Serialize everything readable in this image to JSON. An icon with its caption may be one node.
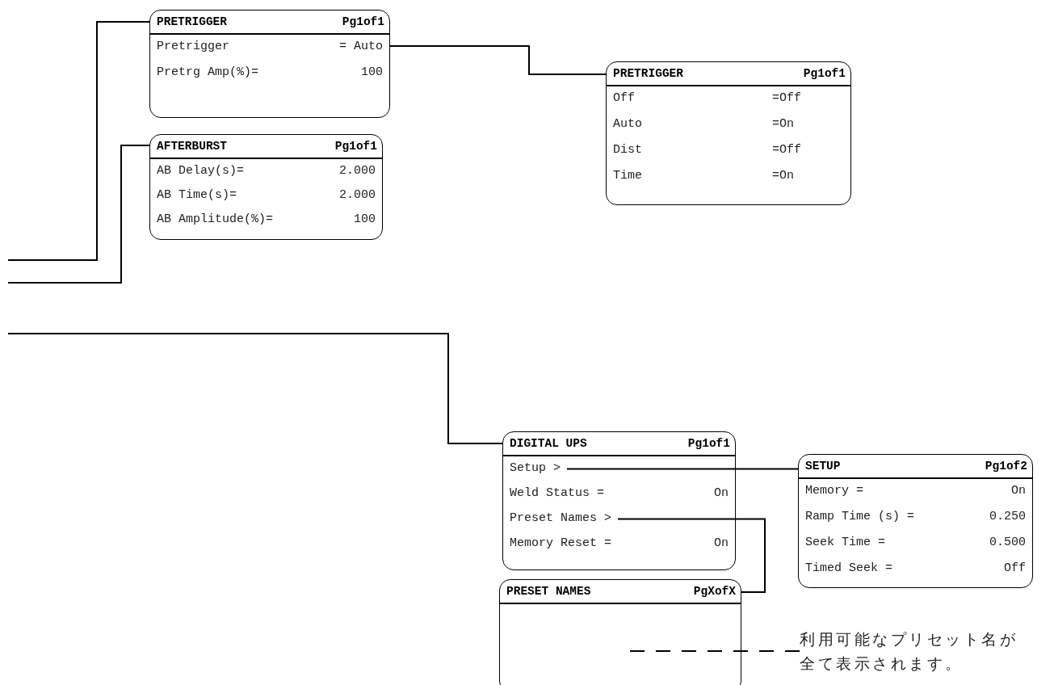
{
  "diagram": {
    "nodes": [
      {
        "text": [
          "PRETRIGGER",
          "Pg1of1",
          "Pretrigger",
          "= Auto",
          "Pretrg Amp(%)=",
          "100"
        ]
      },
      {
        "text": [
          "PRETRIGGER",
          "Pg1of1",
          "Off",
          "=Off",
          "Auto",
          "=On",
          "Dist",
          "=Off",
          "Time",
          "=On"
        ]
      },
      {
        "text": [
          "AFTERBURST",
          "Pg1of1",
          "AB Delay(s)=",
          "2.000",
          "AB Time(s)=",
          "2.000",
          "AB Amplitude(%)=",
          "100"
        ]
      },
      {
        "text": [
          "DIGITAL UPS",
          "Pg1of1",
          "Setup >",
          "Weld Status =",
          "On",
          "Preset Names >",
          "Memory Reset =",
          "On"
        ]
      },
      {
        "text": [
          "SETUP",
          "Pg1of2",
          "Memory =",
          "On",
          "Ramp Time (s) =",
          "0.250",
          "Seek Time =",
          "0.500",
          "Timed Seek =",
          "Off"
        ]
      },
      {
        "text": [
          "PRESET NAMES",
          "PgXofX"
        ]
      },
      {
        "text": [
          "利用可能なプリセット名が全て表示されます。"
        ]
      }
    ],
    "edges": [
      {
        "from": null,
        "to": 0,
        "arrow": "none"
      },
      {
        "from": 0,
        "to": 1,
        "arrow": "none"
      },
      {
        "from": null,
        "to": 2,
        "arrow": "none"
      },
      {
        "from": null,
        "to": 3,
        "arrow": "none"
      },
      {
        "from": 3,
        "to": 4,
        "arrow": "none"
      },
      {
        "from": 3,
        "to": 5,
        "arrow": "none"
      },
      {
        "from": 6,
        "to": 5,
        "arrow": "none",
        "style": "dashed"
      }
    ]
  }
}
